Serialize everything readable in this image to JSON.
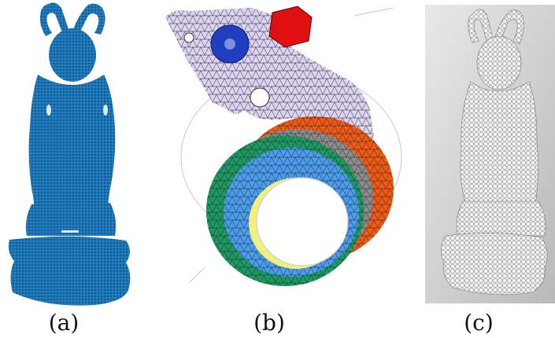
{
  "captions": {
    "a": "(a)",
    "b": "(b)",
    "c": "(c)"
  },
  "colors": {
    "point_cloud_blue": "#1b77b8",
    "mesh_lavender": "#ddd3f2",
    "red_part": "#e01010",
    "dark_blue_part": "#1f3fc0",
    "orange_ring": "#f05a14",
    "gray_ring": "#8c8c8c",
    "green_ring": "#1c9a62",
    "light_blue_ring": "#4a9ef0",
    "yellow_ring": "#f2f07a",
    "statue_white": "#f2f2f2",
    "backdrop_gray": "#cfcfcf"
  },
  "panels": [
    {
      "id": "a",
      "description_icon": "buddha-point-cloud"
    },
    {
      "id": "b",
      "description_icon": "mechanical-part-mesh"
    },
    {
      "id": "c",
      "description_icon": "buddha-cell-mesh"
    }
  ]
}
